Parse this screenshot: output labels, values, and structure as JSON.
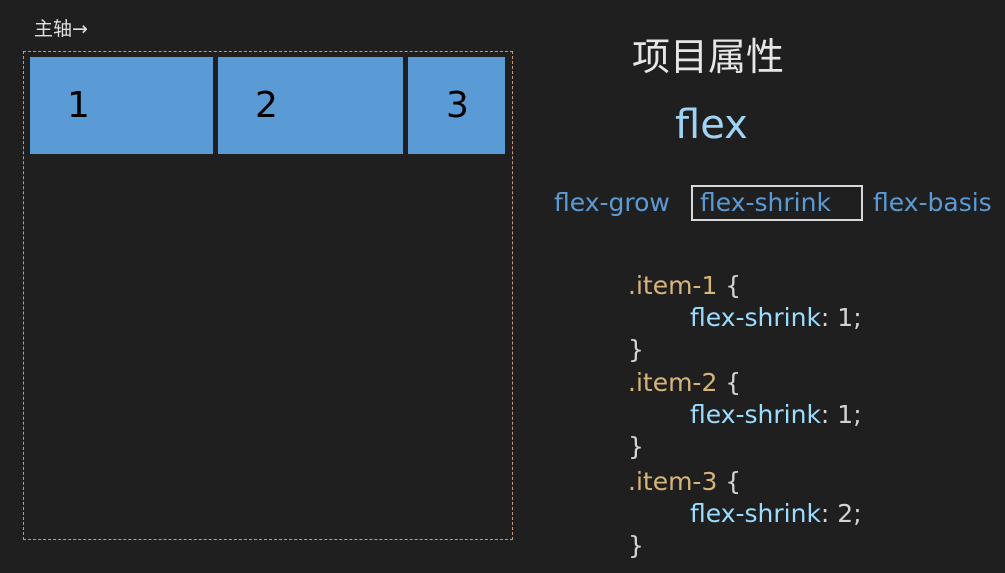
{
  "axis_label": "主轴→",
  "items": [
    "1",
    "2",
    "3"
  ],
  "title": "项目属性",
  "subtitle": "flex",
  "tabs": [
    {
      "label": "flex-grow",
      "active": false
    },
    {
      "label": "flex-shrink",
      "active": true
    },
    {
      "label": "flex-basis",
      "active": false
    }
  ],
  "code": [
    {
      "selector": ".item-1",
      "open": " {",
      "property": "flex-shrink",
      "value": ": 1;",
      "close": "}"
    },
    {
      "selector": ".item-2",
      "open": " {",
      "property": "flex-shrink",
      "value": ": 1;",
      "close": "}"
    },
    {
      "selector": ".item-3",
      "open": " {",
      "property": "flex-shrink",
      "value": ": 2;",
      "close": "}"
    }
  ],
  "colors": {
    "background": "#1f1f1f",
    "item": "#5b9bd5",
    "selector": "#d7b57a",
    "property": "#9cdcfe"
  }
}
